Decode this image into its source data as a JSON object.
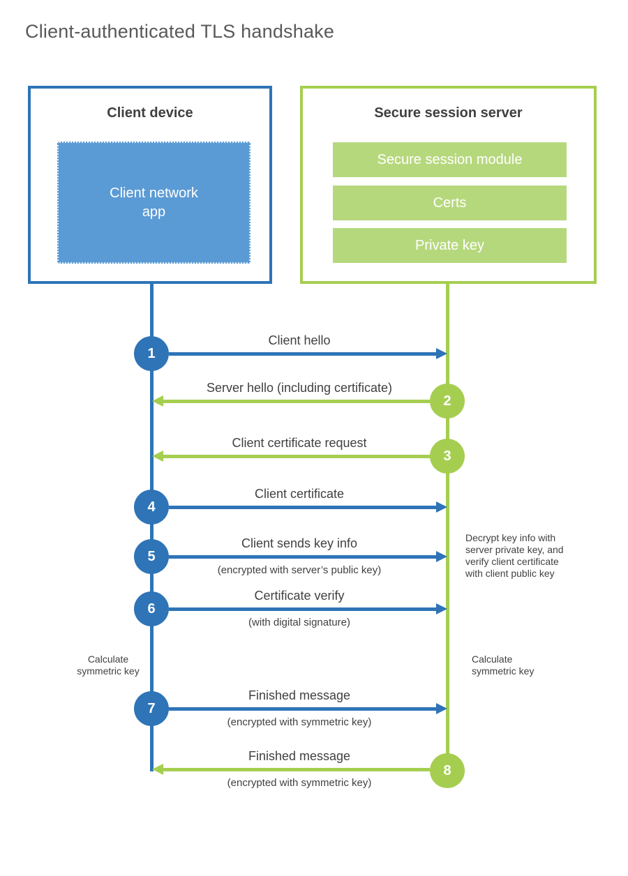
{
  "title": "Client-authenticated TLS handshake",
  "client": {
    "title": "Client device",
    "app": "Client network\napp"
  },
  "server": {
    "title": "Secure session server",
    "modules": [
      "Secure session module",
      "Certs",
      "Private key"
    ]
  },
  "steps": [
    {
      "num": "1",
      "label": "Client hello",
      "sub": "",
      "direction": "right",
      "color": "blue"
    },
    {
      "num": "2",
      "label": "Server hello (including certificate)",
      "sub": "",
      "direction": "left",
      "color": "green"
    },
    {
      "num": "3",
      "label": "Client certificate request",
      "sub": "",
      "direction": "left",
      "color": "green"
    },
    {
      "num": "4",
      "label": "Client certificate",
      "sub": "",
      "direction": "right",
      "color": "blue"
    },
    {
      "num": "5",
      "label": "Client sends key info",
      "sub": "(encrypted with server’s public key)",
      "direction": "right",
      "color": "blue"
    },
    {
      "num": "6",
      "label": "Certificate verify",
      "sub": "(with digital signature)",
      "direction": "right",
      "color": "blue"
    },
    {
      "num": "7",
      "label": "Finished message",
      "sub": "(encrypted with symmetric key)",
      "direction": "right",
      "color": "blue"
    },
    {
      "num": "8",
      "label": "Finished message",
      "sub": "(encrypted with symmetric key)",
      "direction": "left",
      "color": "green"
    }
  ],
  "annotations": {
    "decrypt_note": "Decrypt key info with\nserver private key, and\nverify client certificate\nwith client public key",
    "calculate_left": "Calculate\nsymmetric key",
    "calculate_right": "Calculate\nsymmetric key"
  },
  "colors": {
    "blue_accent": "#2e74b7",
    "blue_fill": "#5b9bd5",
    "green_accent": "#a5ce50",
    "green_fill": "#b6d87d",
    "text_dark": "#414042",
    "title_gray": "#595959"
  }
}
